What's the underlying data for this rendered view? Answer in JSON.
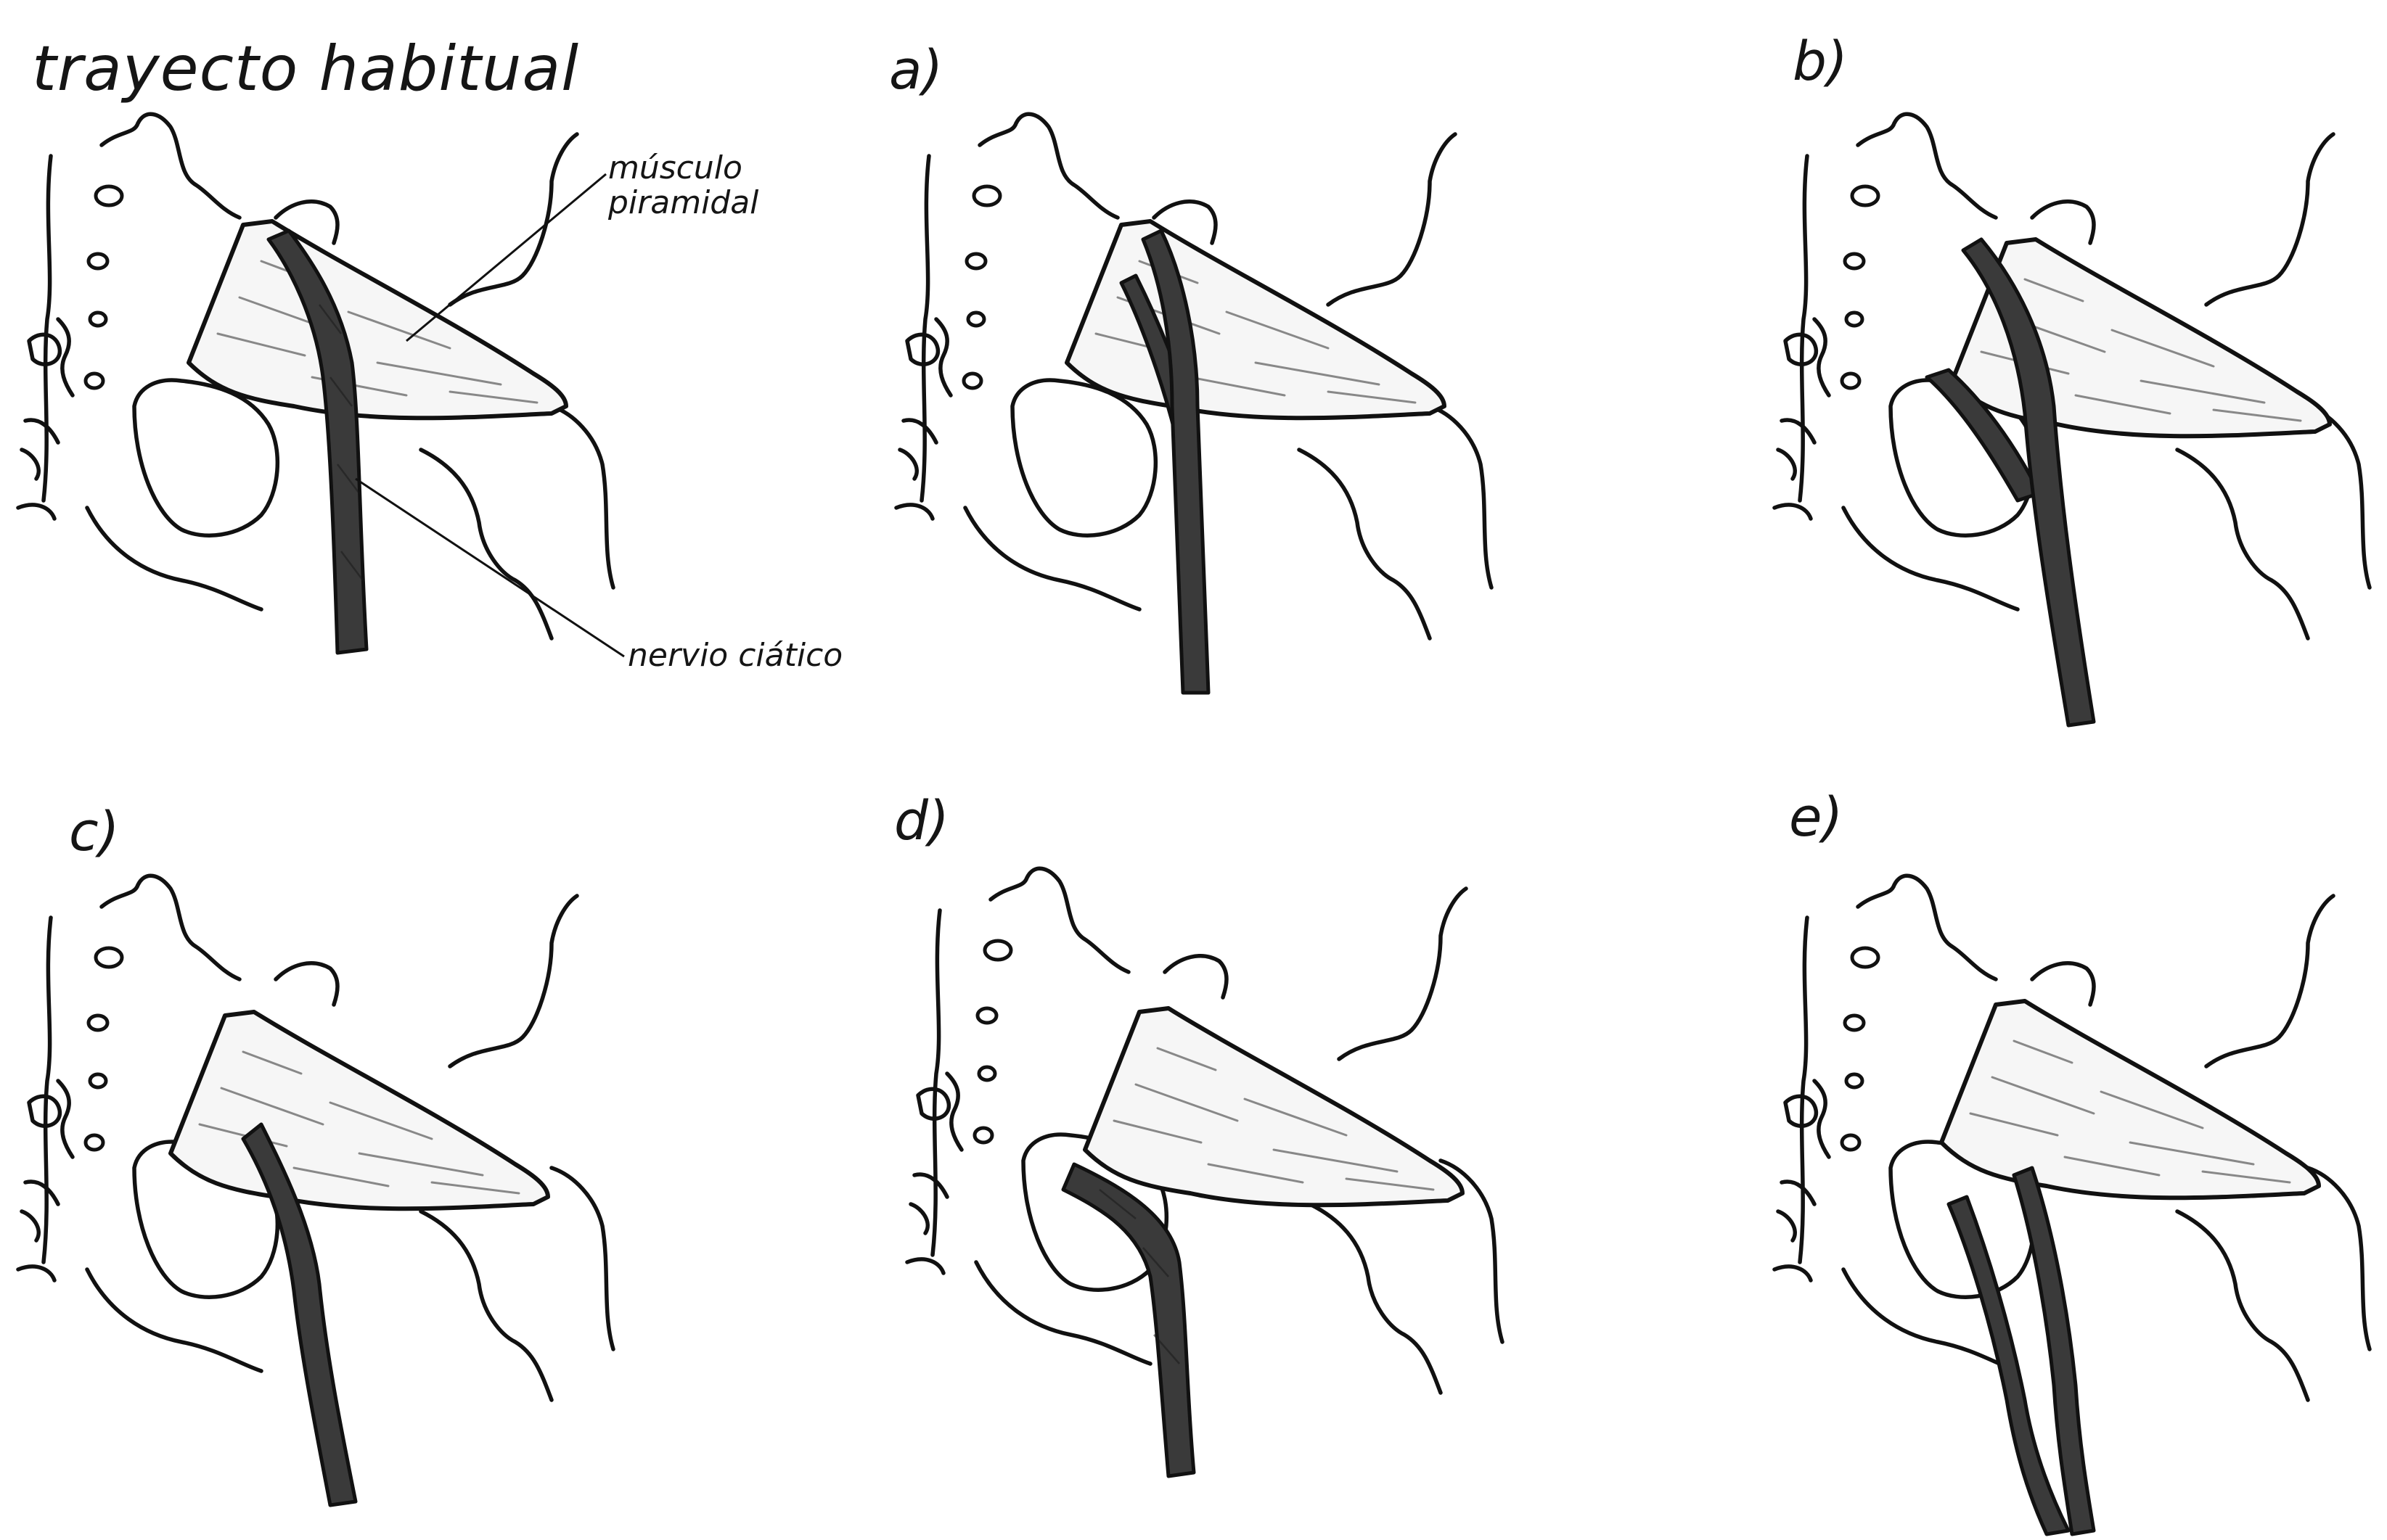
{
  "labels": {
    "title": "trayecto habitual",
    "muscle": [
      "músculo",
      "piramidal"
    ],
    "nerve": "nervio ciático"
  },
  "panels": [
    {
      "id": "normal",
      "label": ""
    },
    {
      "id": "a",
      "label": "a)"
    },
    {
      "id": "b",
      "label": "b)"
    },
    {
      "id": "c",
      "label": "c)"
    },
    {
      "id": "d",
      "label": "d)"
    },
    {
      "id": "e",
      "label": "e)"
    }
  ],
  "colors": {
    "ink": "#111111",
    "nerve_fill": "#3a3a3a",
    "muscle_fill": "#f6f6f6",
    "background": "#ffffff"
  }
}
